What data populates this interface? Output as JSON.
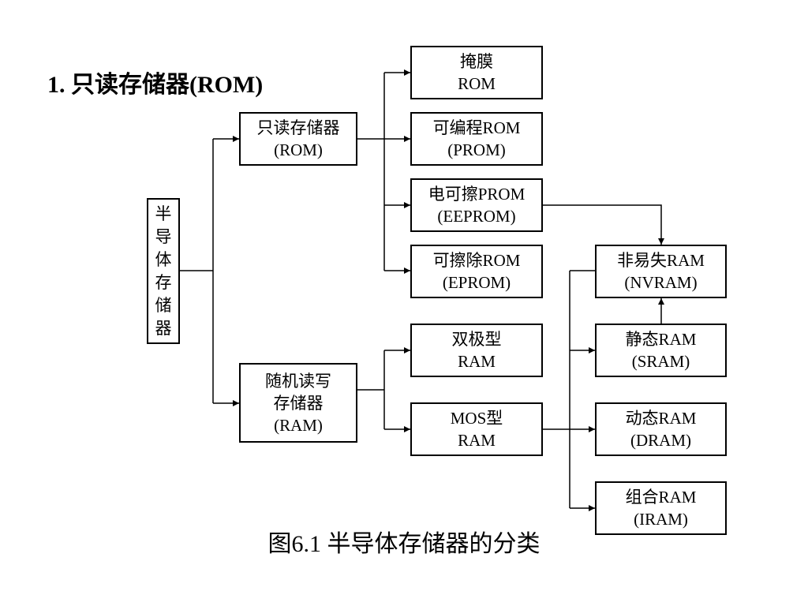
{
  "heading": "1. 只读存储器(ROM)",
  "caption": "图6.1  半导体存储器的分类",
  "nodes": {
    "semiconductor": [
      "半",
      "导",
      "体",
      "存",
      "储",
      "器"
    ],
    "rom": [
      "只读存储器",
      "(ROM)"
    ],
    "ram": [
      "随机读写",
      "存储器",
      "(RAM)"
    ],
    "mask_rom": [
      "掩膜",
      "ROM"
    ],
    "prom": [
      "可编程ROM",
      "(PROM)"
    ],
    "eeprom": [
      "电可擦PROM",
      "(EEPROM)"
    ],
    "eprom": [
      "可擦除ROM",
      "(EPROM)"
    ],
    "bipolar": [
      "双极型",
      "RAM"
    ],
    "mos": [
      "MOS型",
      "RAM"
    ],
    "nvram": [
      "非易失RAM",
      "(NVRAM)"
    ],
    "sram": [
      "静态RAM",
      "(SRAM)"
    ],
    "dram": [
      "动态RAM",
      "(DRAM)"
    ],
    "iram": [
      "组合RAM",
      "(IRAM)"
    ]
  }
}
